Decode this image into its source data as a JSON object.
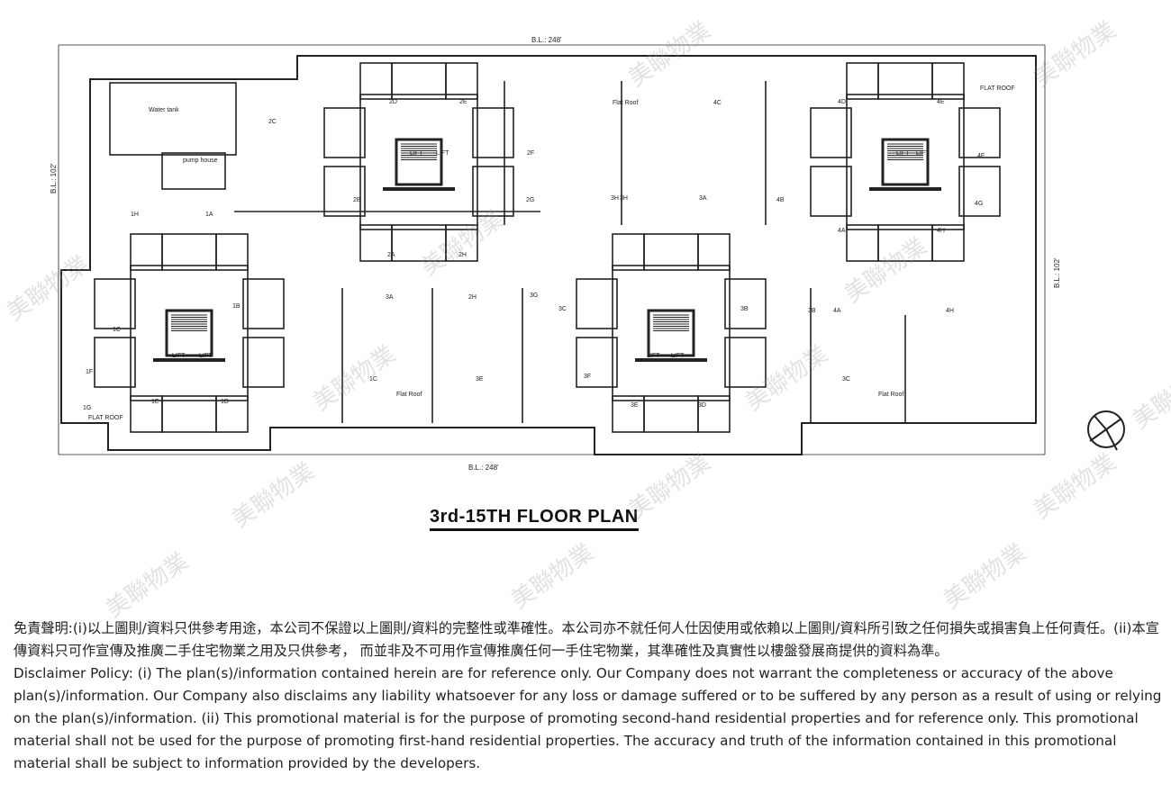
{
  "plan": {
    "title": "3rd-15TH FLOOR PLAN",
    "dimension_top": "B.L.: 248'",
    "dimension_bottom": "B.L.: 248'",
    "dimension_left": "B.L.: 102'",
    "dimension_right": "B.L.: 102'",
    "labels": [
      "Water tank",
      "pump house",
      "LIFT",
      "LIFT",
      "LIFT",
      "LIFT",
      "LIFT",
      "LIFT",
      "LIFT",
      "LIFT",
      "2C",
      "2D",
      "2E",
      "2F",
      "2G",
      "2B",
      "2A",
      "2H",
      "Flat Roof",
      "4C",
      "3H",
      "3A",
      "4D",
      "4E",
      "4F",
      "4G",
      "4B",
      "4A",
      "4H",
      "1H",
      "1A",
      "1B",
      "1C",
      "1D",
      "1E",
      "1F",
      "1G",
      "FLAT ROOF",
      "FLAT ROOF",
      "3A",
      "2H",
      "3B",
      "3C",
      "3D",
      "3E",
      "3F",
      "3G",
      "3H",
      "1C",
      "3E",
      "Flat Roof",
      "3C",
      "Flat Roof",
      "4A",
      "4H",
      "3B"
    ]
  },
  "disclaimer": {
    "zh": "免責聲明:(i)以上圖則/資料只供參考用途，本公司不保證以上圖則/資料的完整性或準確性。本公司亦不就任何人仕因使用或依賴以上圖則/資料所引致之任何損失或損害負上任何責任。(ii)本宣傳資料只可作宣傳及推廣二手住宅物業之用及只供參考， 而並非及不可用作宣傳推廣任何一手住宅物業，其準確性及真實性以樓盤發展商提供的資料為準。",
    "en": "Disclaimer Policy: (i) The plan(s)/information contained herein are for reference only. Our Company does not warrant the completeness or accuracy of the above plan(s)/information. Our Company also disclaims any liability whatsoever for any loss or damage suffered or to be suffered by any person as a result of using or relying on the plan(s)/information. (ii) This promotional material is for the purpose of promoting second-hand residential properties and for reference only. This promotional material shall not be used for the purpose of promoting first-hand residential properties. The accuracy and truth of the information contained in this promotional material shall be subject to information provided by the developers."
  },
  "watermark": "美聯物業"
}
